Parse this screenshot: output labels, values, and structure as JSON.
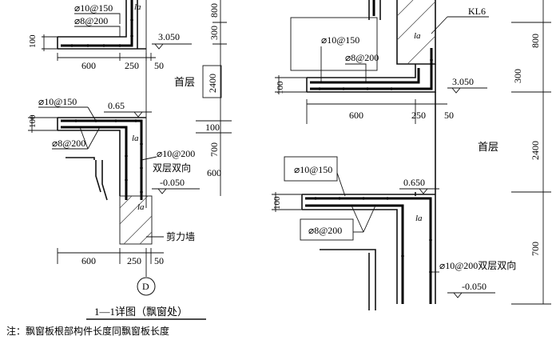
{
  "left_detail": {
    "rebar_top_upper": "⌀10@150",
    "rebar_top_lower": "⌀8@200",
    "rebar_main_top": "⌀10@150",
    "rebar_main_bottom": "⌀8@200",
    "rebar_wall_1": "⌀10@200",
    "rebar_wall_2": "双层双向",
    "dim_600_top": "600",
    "dim_250_top": "250",
    "dim_50_top": "50",
    "dim_600_bottom": "600",
    "dim_250_bottom": "250",
    "dim_50_bottom": "50",
    "dim_100_top": "100",
    "dim_100_mid": "100",
    "dim_100_right": "100",
    "dim_800": "800",
    "dim_300": "300",
    "dim_700": "700",
    "dim_600_right": "600",
    "elev_3050": "3.050",
    "elev_065": "0.65",
    "elev_neg0050": "-0.050",
    "floor_label": "首层",
    "height_box": "2400",
    "la_1": "la",
    "la_2": "la",
    "la_3": "la",
    "shear_wall": "剪力墙",
    "axis": "D",
    "caption": "1—1详图（飘窗处）",
    "note": "注：飘窗板根部构件长度同飘窗板长度"
  },
  "right_detail": {
    "beam": "KL6",
    "rebar_upper_1": "⌀10@150",
    "rebar_upper_2": "⌀8@200",
    "rebar_lower_1": "⌀10@150",
    "rebar_lower_2": "⌀8@200",
    "rebar_wall": "⌀10@200双层双向",
    "dim_600": "600",
    "dim_250": "250",
    "dim_50": "50",
    "dim_100_top": "100",
    "dim_100_bottom": "100",
    "dim_800": "800",
    "dim_300": "300",
    "dim_2400": "2400",
    "dim_700": "700",
    "elev_3050": "3.050",
    "elev_0650": "0.650",
    "elev_neg0050": "-0.050",
    "floor_label": "首层",
    "la_1": "la",
    "la_2": "la"
  }
}
